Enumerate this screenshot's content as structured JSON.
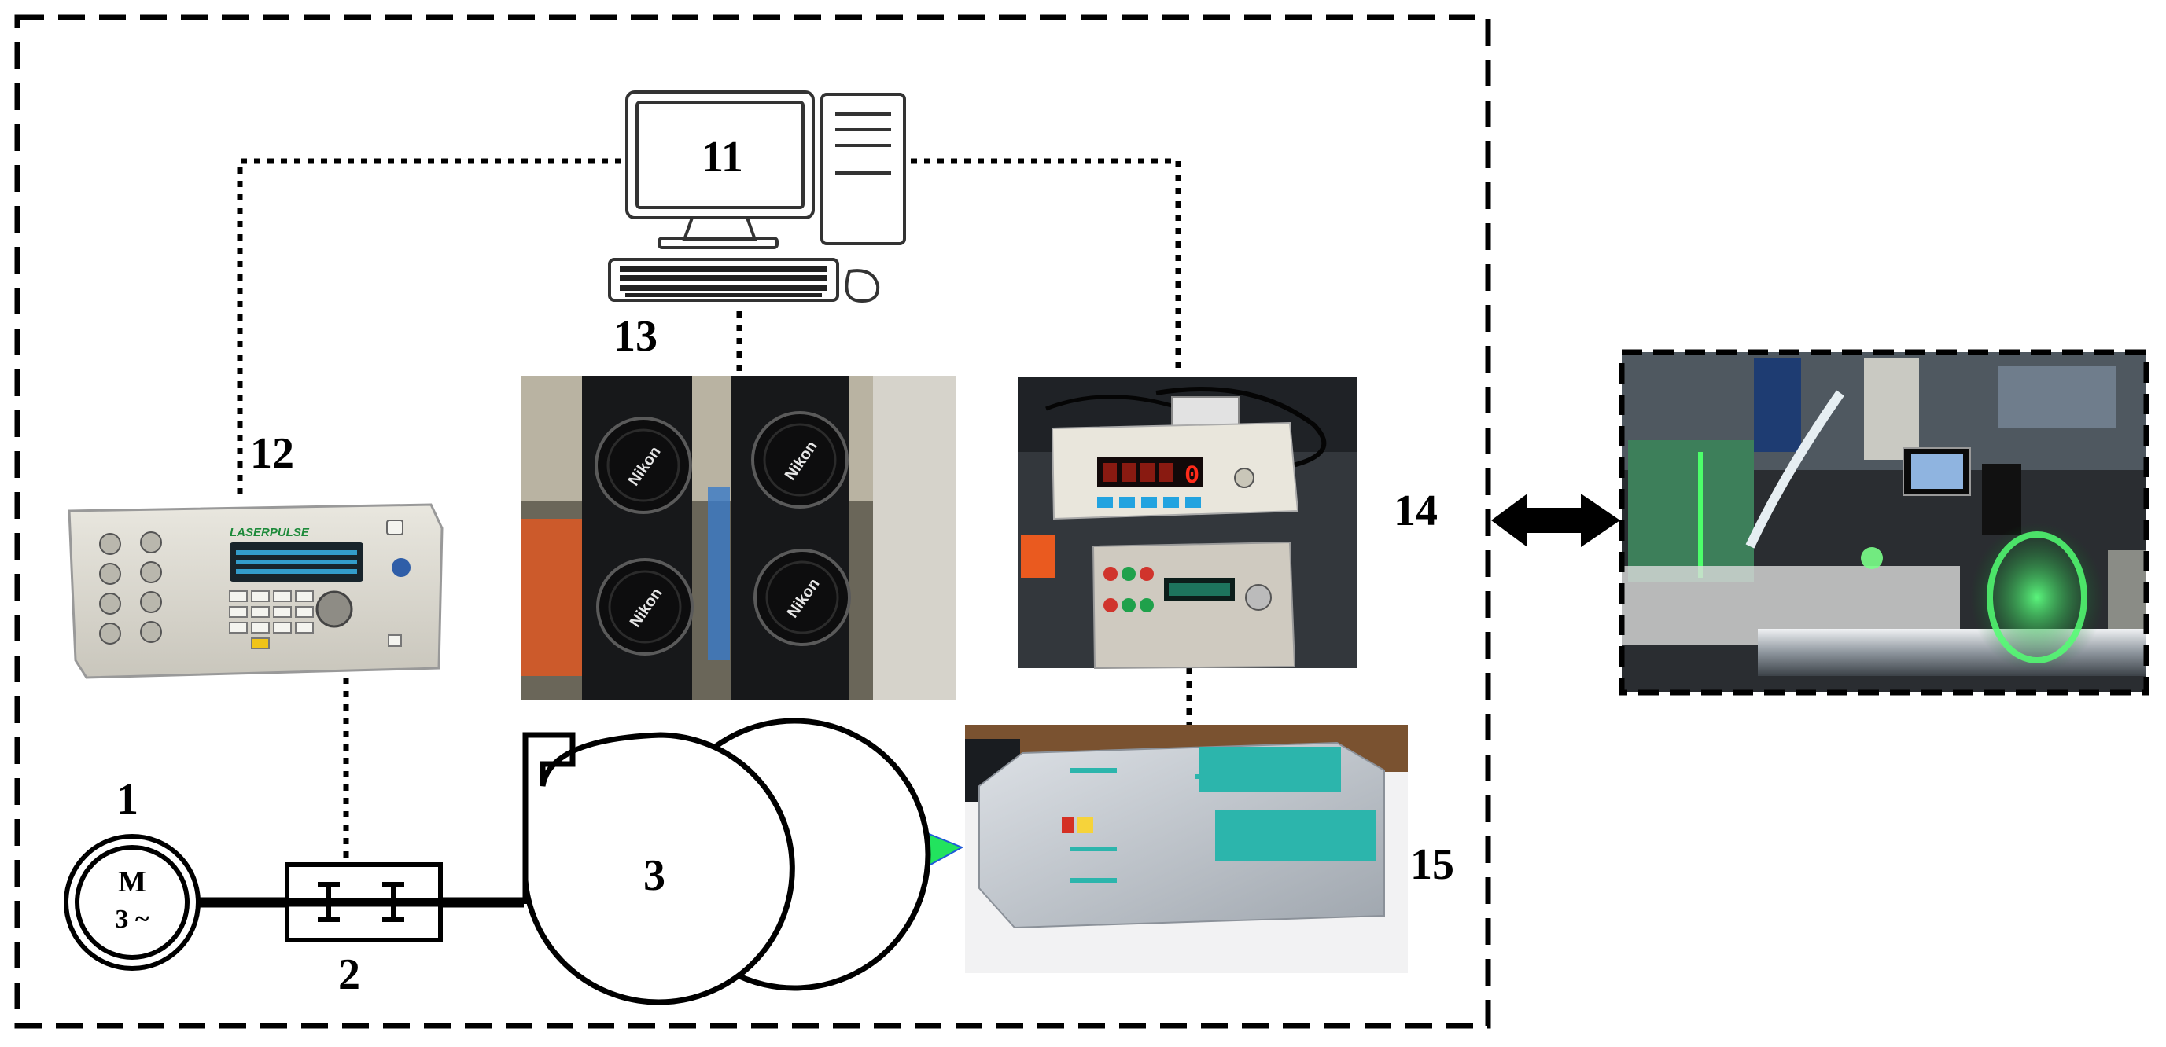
{
  "labels": {
    "motor": "1",
    "coupling": "2",
    "fan": "3",
    "computer": "11",
    "pulse_generator": "12",
    "cameras": "13",
    "test_rig": "14",
    "laser": "15"
  },
  "motor_symbol": {
    "line1": "M",
    "line2": "3 ~"
  },
  "pulse_generator_panel": {
    "brand": "LASERPULSE"
  },
  "camera_brand": "Nikon",
  "signal_display_digit": "0",
  "colors": {
    "laser_sheet": "#22e35e",
    "laser_glow": "#3dff6a",
    "outline": "#000000",
    "photo_dark": "#2a2d31"
  }
}
